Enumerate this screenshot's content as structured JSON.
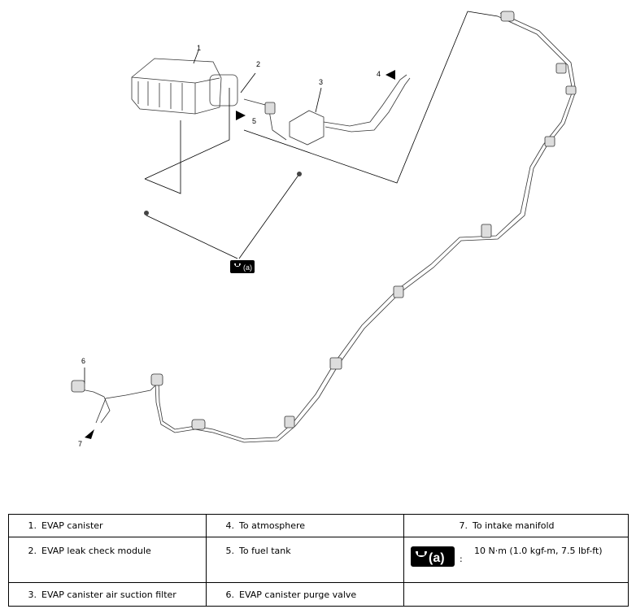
{
  "callouts": [
    "1",
    "2",
    "3",
    "4",
    "5",
    "6",
    "7"
  ],
  "torque_symbol_label": "(a)",
  "legend": [
    [
      {
        "num": "1.",
        "text": "EVAP canister"
      },
      {
        "num": "4.",
        "text": "To atmosphere"
      },
      {
        "num": "7.",
        "text": "To intake manifold"
      }
    ],
    [
      {
        "num": "2.",
        "text": "EVAP leak check module"
      },
      {
        "num": "5.",
        "text": "To fuel tank"
      },
      {
        "torque": true,
        "colon": ":",
        "text": "10 N·m (1.0 kgf-m, 7.5 lbf-ft)"
      }
    ],
    [
      {
        "num": "3.",
        "text": "EVAP canister air suction filter"
      },
      {
        "num": "6.",
        "text": "EVAP canister purge valve"
      },
      {
        "num": "",
        "text": ""
      }
    ]
  ]
}
